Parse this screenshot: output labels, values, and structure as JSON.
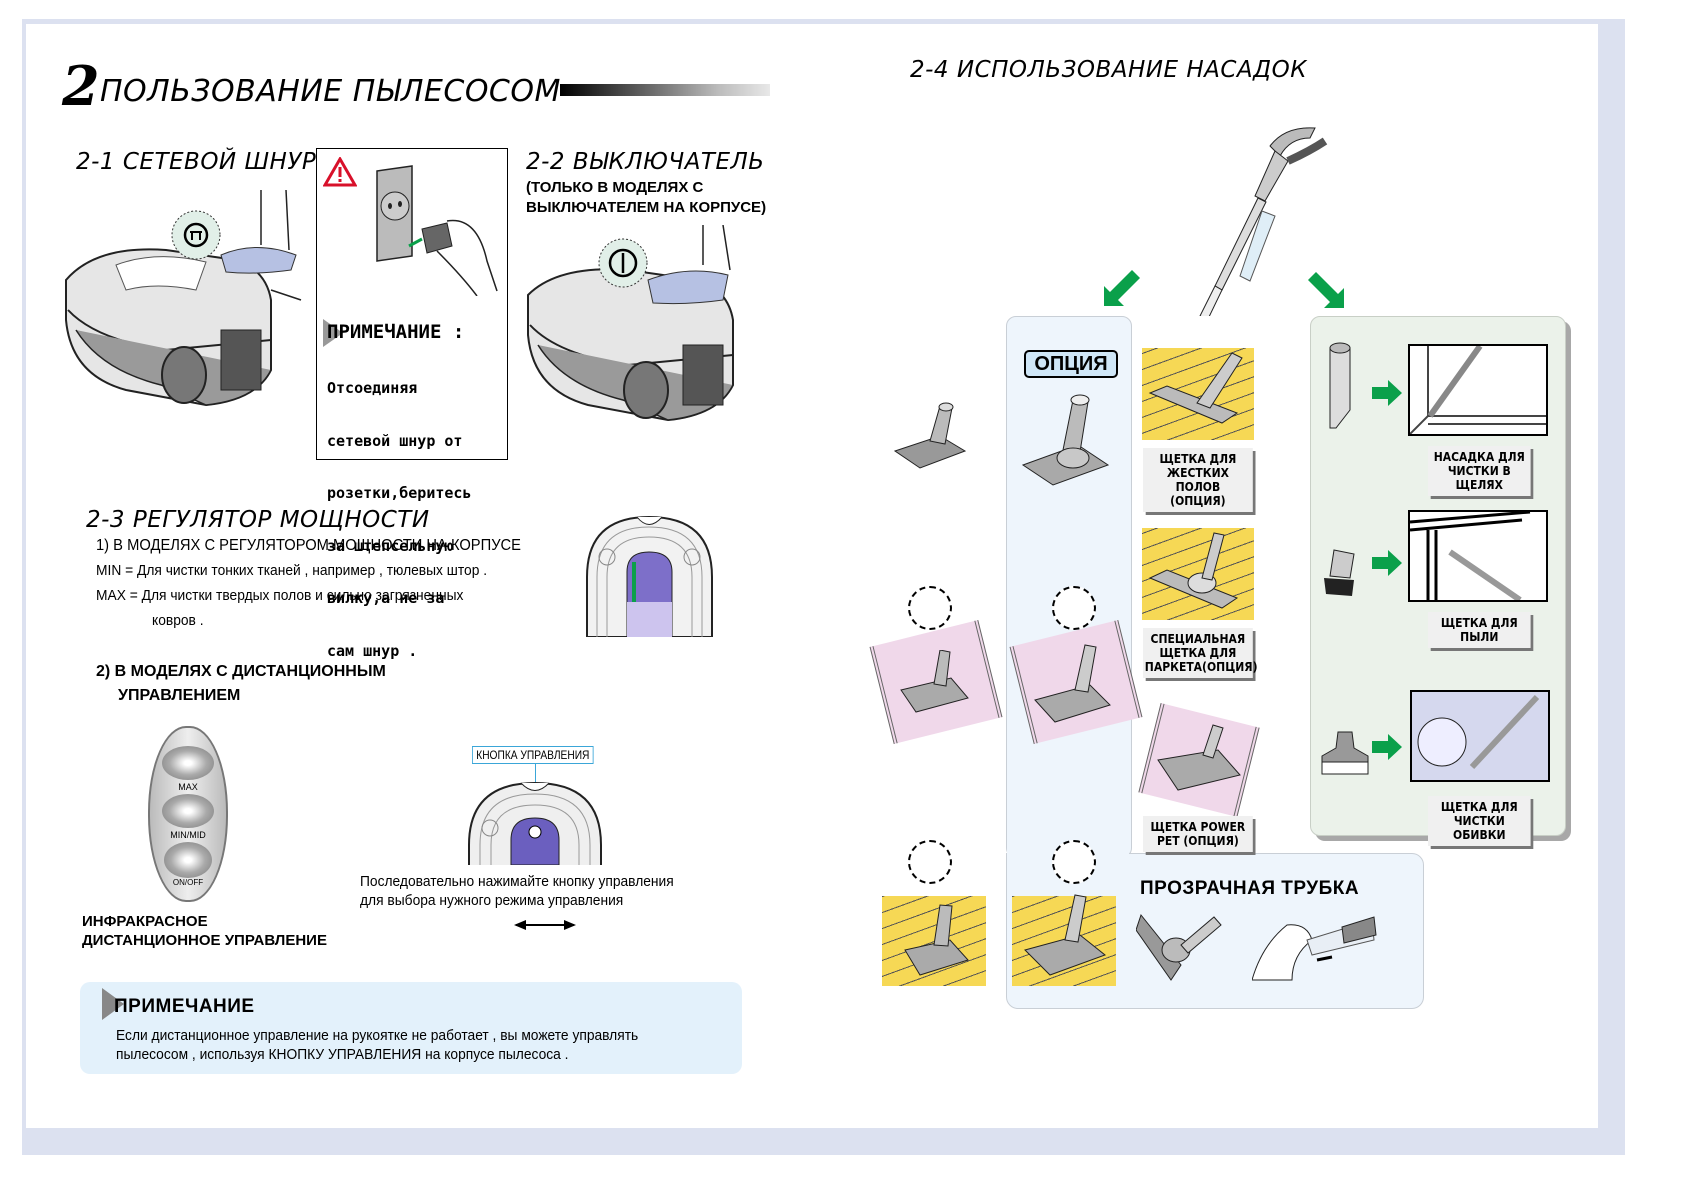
{
  "page": {
    "chapter_number": "2",
    "chapter_title": "ПОЛЬЗОВАНИЕ ПЫЛЕСОСОМ"
  },
  "section_2_1": {
    "title": "2-1 СЕТЕВОЙ ШНУР",
    "warning_icon": "warning-triangle-icon",
    "note_title": "ПРИМЕЧАНИЕ :",
    "note_lines": [
      "Отсоединяя",
      "сетевой шнур от",
      "розетки,беритесь",
      "за штепсельную",
      "вилку,а не за",
      "сам шнур ."
    ]
  },
  "section_2_2": {
    "title": "2-2 ВЫКЛЮЧАТЕЛЬ",
    "subtitle_lines": [
      "(ТОЛЬКО В МОДЕЛЯХ С",
      "ВЫКЛЮЧАТЕЛЕМ НА КОРПУСЕ)"
    ]
  },
  "section_2_3": {
    "title": "2-3 РЕГУЛЯТОР МОЩНОСТИ",
    "item1_title": "1) В МОДЕЛЯХ С РЕГУЛЯТОРОМ МОЩНОСТИ НА КОРПУСЕ",
    "min_line": "MIN = Для чистки тонких тканей , например , тюлевых штор .",
    "max_line": "MAX = Для чистки твердых полов и сильно загрязненных",
    "max_line_cont": "ковров .",
    "item2_title_lines": [
      "2) В МОДЕЛЯХ С ДИСТАНЦИОННЫМ",
      "УПРАВЛЕНИЕМ"
    ],
    "remote_buttons": [
      "MAX",
      "MIN/MID",
      "ON/OFF"
    ],
    "remote_caption_lines": [
      "ИНФРАКРАСНОЕ",
      "ДИСТАНЦИОННОЕ УПРАВЛЕНИЕ"
    ],
    "control_button_label": "КНОПКА УПРАВЛЕНИЯ",
    "control_caption_lines": [
      "Последовательно нажимайте кнопку управления",
      "для выбора нужного режима управления"
    ]
  },
  "bottom_note": {
    "title": "ПРИМЕЧАНИЕ",
    "lines": [
      "Если дистанционное управление на рукоятке не работает , вы можете управлять",
      "пылесосом , используя КНОПКУ УПРАВЛЕНИЯ на корпусе пылесоса ."
    ]
  },
  "section_2_4": {
    "title": "2-4 ИСПОЛЬЗОВАНИЕ НАСАДОК",
    "option_badge": "ОПЦИЯ",
    "floor_tools": [
      {
        "label_lines": [
          "ЩЕТКА ДЛЯ",
          "ЖЕСТКИХ ПОЛОВ",
          "(ОПЦИЯ)"
        ]
      },
      {
        "label_lines": [
          "СПЕЦИАЛЬНАЯ",
          "ЩЕТКА ДЛЯ",
          "ПАРКЕТА(ОПЦИЯ)"
        ]
      },
      {
        "label_lines": [
          "ЩЕТКА POWER",
          "PET (ОПЦИЯ)"
        ]
      }
    ],
    "accessory_tools": [
      {
        "label_lines": [
          "НАСАДКА ДЛЯ",
          "ЧИСТКИ В ЩЕЛЯХ"
        ]
      },
      {
        "label_lines": [
          "ЩЕТКА ДЛЯ",
          "ПЫЛИ"
        ]
      },
      {
        "label_lines": [
          "ЩЕТКА ДЛЯ",
          "ЧИСТКИ ОБИВКИ"
        ]
      }
    ],
    "transparent_tube_title": "ПРОЗРАЧНАЯ ТРУБКА"
  },
  "colors": {
    "frame": "#dce1f0",
    "note_panel": "#e3f1fb",
    "option_panel": "#eef5fc",
    "accessory_panel": "#ebf2ea",
    "arrow_green": "#0aa04a",
    "floor_yellow": "#f6d855",
    "carpet_pink": "#f0d8ea",
    "warning_red": "#d8102a"
  }
}
